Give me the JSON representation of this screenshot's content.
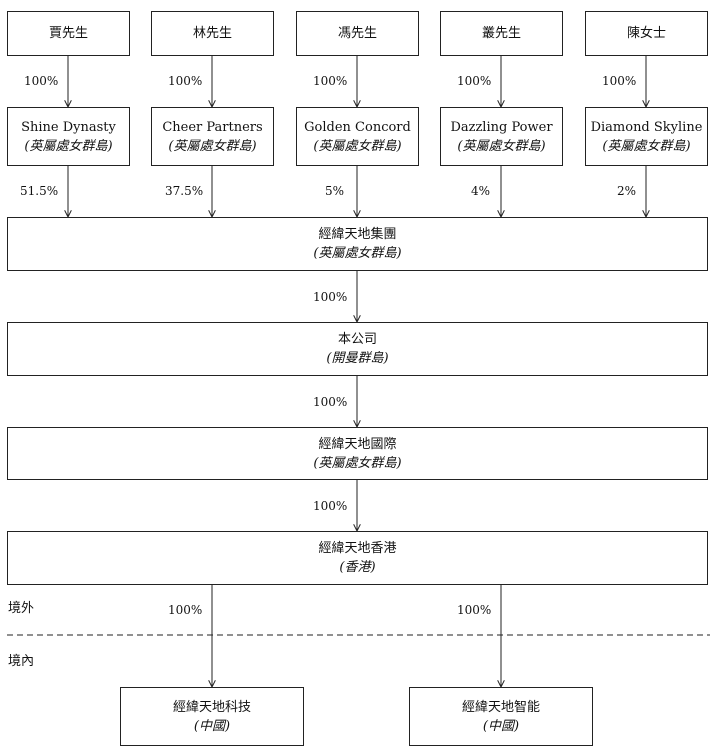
{
  "shareholders": [
    {
      "id": "jia",
      "name": "賈先生"
    },
    {
      "id": "lin",
      "name": "林先生"
    },
    {
      "id": "feng",
      "name": "馮先生"
    },
    {
      "id": "cong",
      "name": "叢先生"
    },
    {
      "id": "chen",
      "name": "陳女士"
    }
  ],
  "holding_cos": [
    {
      "id": "shine",
      "name": "Shine Dynasty",
      "jurisdiction": "(英屬處女群島)"
    },
    {
      "id": "cheer",
      "name": "Cheer Partners",
      "jurisdiction": "(英屬處女群島)"
    },
    {
      "id": "golden",
      "name": "Golden Concord",
      "jurisdiction": "(英屬處女群島)"
    },
    {
      "id": "dazzling",
      "name": "Dazzling Power",
      "jurisdiction": "(英屬處女群島)"
    },
    {
      "id": "diamond",
      "name": "Diamond Skyline",
      "jurisdiction": "(英屬處女群島)"
    }
  ],
  "entities": [
    {
      "id": "group",
      "name": "經緯天地集團",
      "jurisdiction": "(英屬處女群島)"
    },
    {
      "id": "company",
      "name": "本公司",
      "jurisdiction": "(開曼群島)"
    },
    {
      "id": "intl",
      "name": "經緯天地國際",
      "jurisdiction": "(英屬處女群島)"
    },
    {
      "id": "hk",
      "name": "經緯天地香港",
      "jurisdiction": "(香港)"
    }
  ],
  "subsidiaries": [
    {
      "id": "tech",
      "name": "經緯天地科技",
      "jurisdiction": "(中國)"
    },
    {
      "id": "smart",
      "name": "經緯天地智能",
      "jurisdiction": "(中國)"
    }
  ],
  "percentages": {
    "sh_to_co": [
      "100%",
      "100%",
      "100%",
      "100%",
      "100%"
    ],
    "co_to_group": [
      "51.5%",
      "37.5%",
      "5%",
      "4%",
      "2%"
    ],
    "group_to_company": "100%",
    "company_to_intl": "100%",
    "intl_to_hk": "100%",
    "hk_to_subs": [
      "100%",
      "100%"
    ]
  },
  "zones": {
    "offshore": "境外",
    "onshore": "境內"
  }
}
